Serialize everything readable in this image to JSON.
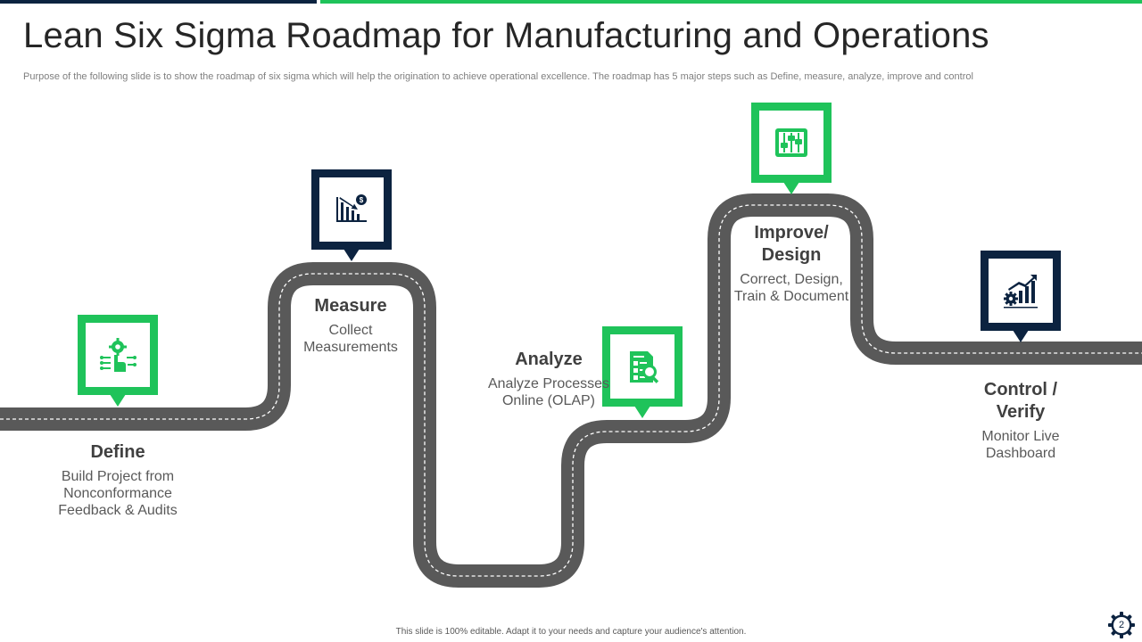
{
  "slide": {
    "title": "Lean Six Sigma Roadmap for Manufacturing and Operations",
    "subtitle": "Purpose of the following slide is to show the roadmap of six sigma which will help the origination to achieve operational excellence. The roadmap has 5 major steps such as  Define, measure, analyze, improve and control",
    "footer": "This slide is 100% editable.  Adapt it to your needs and capture your audience's attention.",
    "page_number": "2"
  },
  "colors": {
    "accent_green": "#1fc35a",
    "navy": "#0c2340",
    "road": "#595959"
  },
  "steps": [
    {
      "title": "Define",
      "desc": [
        "Build Project from",
        "Nonconformance",
        "Feedback & Audits"
      ],
      "icon": "hand-gear-circuit-icon",
      "color": "green"
    },
    {
      "title": "Measure",
      "desc": [
        "Collect",
        "Measurements"
      ],
      "icon": "bar-chart-dollar-icon",
      "color": "navy"
    },
    {
      "title": "Analyze",
      "desc": [
        "Analyze Processes",
        "Online (OLAP)"
      ],
      "icon": "report-magnifier-icon",
      "color": "green"
    },
    {
      "title": [
        "Improve/",
        "Design"
      ],
      "desc": [
        "Correct, Design,",
        "Train & Document"
      ],
      "icon": "control-sliders-icon",
      "color": "green"
    },
    {
      "title": [
        "Control /",
        "Verify"
      ],
      "desc": [
        "Monitor Live",
        "Dashboard"
      ],
      "icon": "gear-growth-chart-icon",
      "color": "navy"
    }
  ]
}
